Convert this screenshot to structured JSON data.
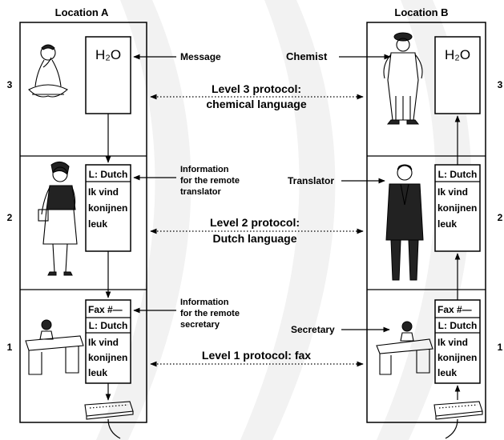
{
  "headers": {
    "location_a": "Location A",
    "location_b": "Location B"
  },
  "level_numbers": {
    "three": "3",
    "two": "2",
    "one": "1"
  },
  "level3": {
    "formula_left": "H₂O",
    "formula_right": "H₂O",
    "message_label": "Message",
    "chemist_label": "Chemist",
    "protocol_line1": "Level 3 protocol:",
    "protocol_line2": "chemical language"
  },
  "level2": {
    "box_header": "L: Dutch",
    "text_lines": [
      "Ik vind",
      "konijnen",
      "leuk"
    ],
    "info_lines": [
      "Information",
      "for the remote",
      "translator"
    ],
    "translator_label": "Translator",
    "protocol_line1": "Level 2 protocol:",
    "protocol_line2": "Dutch language"
  },
  "level1": {
    "fax_label": "Fax #—",
    "box_header": "L: Dutch",
    "text_lines": [
      "Ik vind",
      "konijnen",
      "leuk"
    ],
    "info_lines": [
      "Information",
      "for the remote",
      "secretary"
    ],
    "secretary_label": "Secretary",
    "protocol_line": "Level 1 protocol: fax"
  }
}
